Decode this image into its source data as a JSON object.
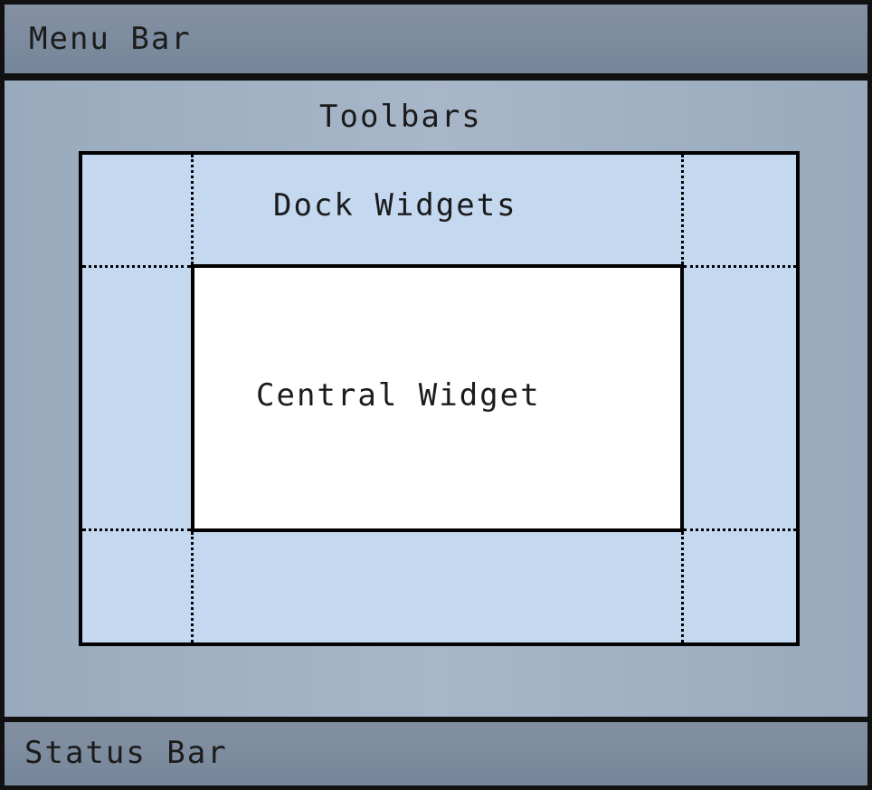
{
  "menu_bar": {
    "label": "Menu Bar"
  },
  "toolbars": {
    "label": "Toolbars"
  },
  "dock_widgets": {
    "label": "Dock Widgets"
  },
  "central_widget": {
    "label": "Central Widget"
  },
  "status_bar": {
    "label": "Status Bar"
  },
  "colors": {
    "bars": "#7c8c9f",
    "toolbar_area": "#a2b2c5",
    "dock_area": "#c4d8ef",
    "central": "#ffffff",
    "border": "#000000"
  }
}
